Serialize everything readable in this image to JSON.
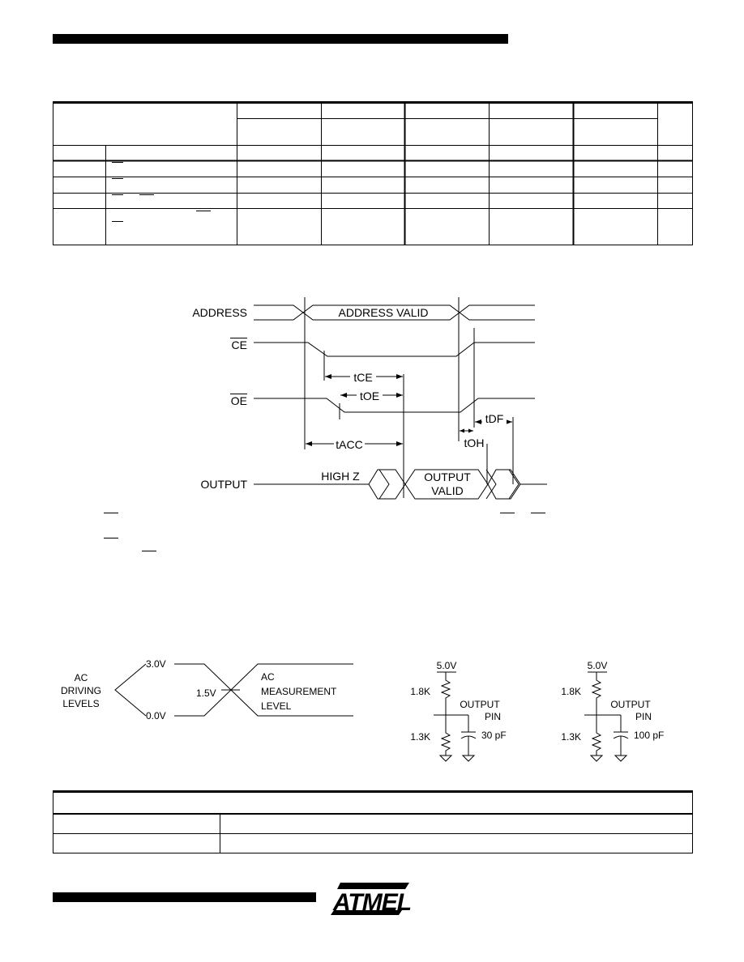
{
  "timing_diagram": {
    "signals": {
      "address": "ADDRESS",
      "ce": "CE",
      "oe": "OE",
      "output": "OUTPUT"
    },
    "address_valid": "ADDRESS VALID",
    "high_z": "HIGH Z",
    "output_valid_line1": "OUTPUT",
    "output_valid_line2": "VALID",
    "params": {
      "tce": "tCE",
      "toe": "tOE",
      "tacc": "tACC",
      "toh": "tOH",
      "tdf": "tDF"
    }
  },
  "ac_levels": {
    "driving_1": "AC",
    "driving_2": "DRIVING",
    "driving_3": "LEVELS",
    "v_high": "3.0V",
    "v_low": "0.0V",
    "v_mid": "1.5V",
    "meas_1": "AC",
    "meas_2": "MEASUREMENT",
    "meas_3": "LEVEL"
  },
  "load_circuits": [
    {
      "supply": "5.0V",
      "r_top": "1.8K",
      "r_bottom": "1.3K",
      "pin_1": "OUTPUT",
      "pin_2": "PIN",
      "cap": "30 pF"
    },
    {
      "supply": "5.0V",
      "r_top": "1.8K",
      "r_bottom": "1.3K",
      "pin_1": "OUTPUT",
      "pin_2": "PIN",
      "cap": "100 pF"
    }
  ],
  "logo": "ATMEL"
}
